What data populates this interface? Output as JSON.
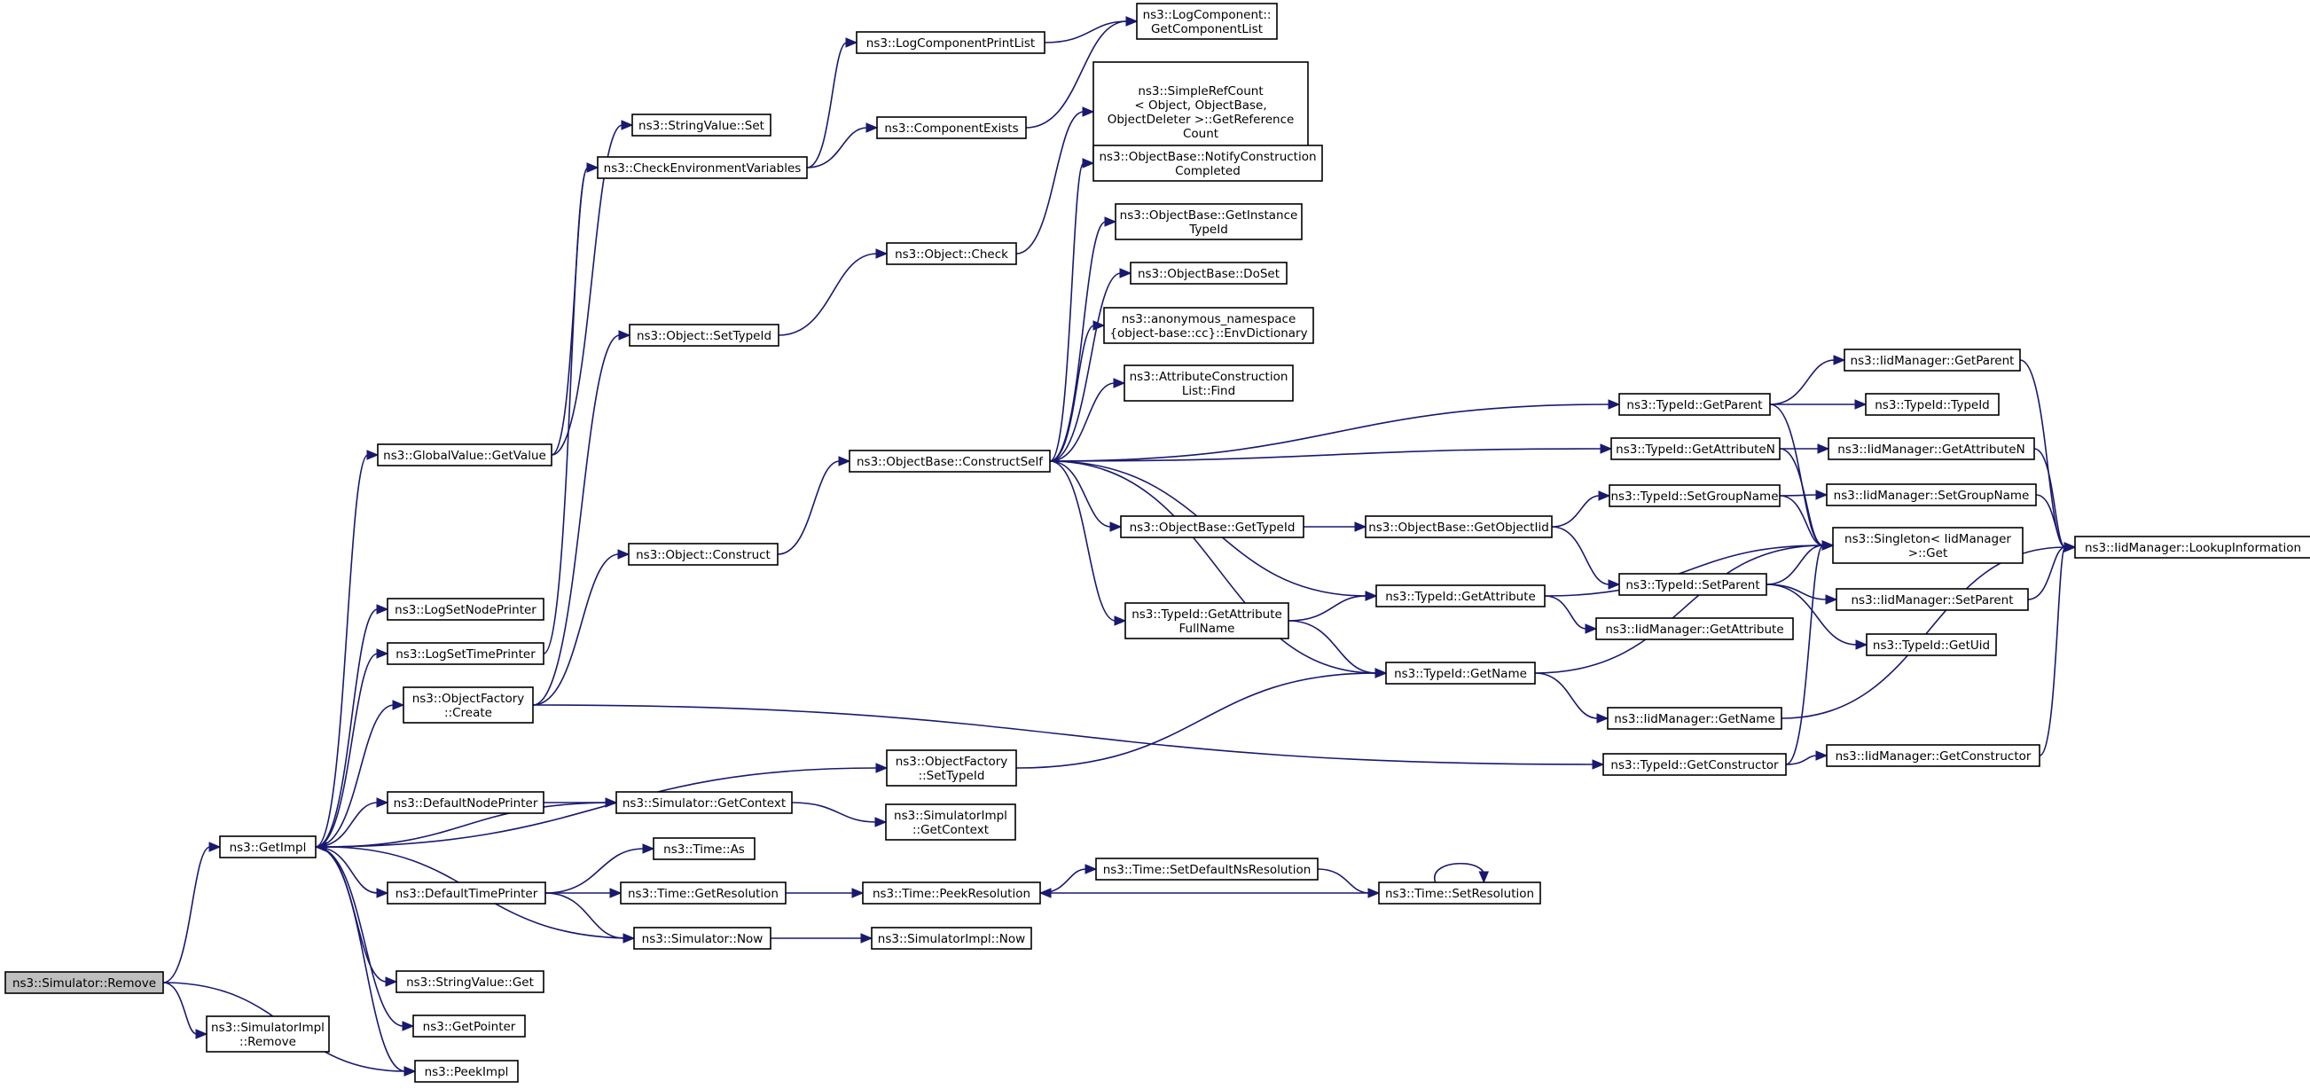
{
  "colors": {
    "edge": "#191970",
    "root_fill": "#bfbfbf",
    "node_fill": "#ffffff",
    "border": "#000000"
  },
  "nodes": [
    {
      "id": "remove",
      "lines": [
        "ns3::Simulator::Remove"
      ],
      "root": true
    },
    {
      "id": "getimpl",
      "lines": [
        "ns3::GetImpl"
      ]
    },
    {
      "id": "simimplremove",
      "lines": [
        "ns3::SimulatorImpl",
        "::Remove"
      ]
    },
    {
      "id": "peekimpl",
      "lines": [
        "ns3::PeekImpl"
      ]
    },
    {
      "id": "globalvalue",
      "lines": [
        "ns3::GlobalValue::GetValue"
      ]
    },
    {
      "id": "logsetnode",
      "lines": [
        "ns3::LogSetNodePrinter"
      ]
    },
    {
      "id": "logsettime",
      "lines": [
        "ns3::LogSetTimePrinter"
      ]
    },
    {
      "id": "ofcreate",
      "lines": [
        "ns3::ObjectFactory",
        "::Create"
      ]
    },
    {
      "id": "defnodeprinter",
      "lines": [
        "ns3::DefaultNodePrinter"
      ]
    },
    {
      "id": "deftimeprinter",
      "lines": [
        "ns3::DefaultTimePrinter"
      ]
    },
    {
      "id": "stringget",
      "lines": [
        "ns3::StringValue::Get"
      ]
    },
    {
      "id": "getpointer",
      "lines": [
        "ns3::GetPointer"
      ]
    },
    {
      "id": "stringset",
      "lines": [
        "ns3::StringValue::Set"
      ]
    },
    {
      "id": "checkenv",
      "lines": [
        "ns3::CheckEnvironmentVariables"
      ]
    },
    {
      "id": "objsettypeid",
      "lines": [
        "ns3::Object::SetTypeId"
      ]
    },
    {
      "id": "objconstruct",
      "lines": [
        "ns3::Object::Construct"
      ]
    },
    {
      "id": "ofsettypeid",
      "lines": [
        "ns3::ObjectFactory",
        "::SetTypeId"
      ]
    },
    {
      "id": "simgetcontext",
      "lines": [
        "ns3::Simulator::GetContext"
      ]
    },
    {
      "id": "timeas",
      "lines": [
        "ns3::Time::As"
      ]
    },
    {
      "id": "timegetres",
      "lines": [
        "ns3::Time::GetResolution"
      ]
    },
    {
      "id": "simnow",
      "lines": [
        "ns3::Simulator::Now"
      ]
    },
    {
      "id": "logcompprintlist",
      "lines": [
        "ns3::LogComponentPrintList"
      ]
    },
    {
      "id": "compexists",
      "lines": [
        "ns3::ComponentExists"
      ]
    },
    {
      "id": "objcheck",
      "lines": [
        "ns3::Object::Check"
      ]
    },
    {
      "id": "constructself",
      "lines": [
        "ns3::ObjectBase::ConstructSelf"
      ]
    },
    {
      "id": "simimplgetcontext",
      "lines": [
        "ns3::SimulatorImpl",
        "::GetContext"
      ]
    },
    {
      "id": "timepeekres",
      "lines": [
        "ns3::Time::PeekResolution"
      ]
    },
    {
      "id": "simimplnow",
      "lines": [
        "ns3::SimulatorImpl::Now"
      ]
    },
    {
      "id": "getcomplist",
      "lines": [
        "ns3::LogComponent::",
        "GetComponentList"
      ]
    },
    {
      "id": "getrefcount",
      "lines": [
        "ns3::SimpleRefCount",
        "< Object, ObjectBase,",
        "ObjectDeleter >::GetReference",
        "Count"
      ]
    },
    {
      "id": "notifyconstruct",
      "lines": [
        "ns3::ObjectBase::NotifyConstruction",
        "Completed"
      ]
    },
    {
      "id": "getinstancetypeid",
      "lines": [
        "ns3::ObjectBase::GetInstance",
        "TypeId"
      ]
    },
    {
      "id": "doset",
      "lines": [
        "ns3::ObjectBase::DoSet"
      ]
    },
    {
      "id": "envdict",
      "lines": [
        "ns3::anonymous_namespace",
        "{object-base::cc}::EnvDictionary"
      ]
    },
    {
      "id": "attrconstructfind",
      "lines": [
        "ns3::AttributeConstruction",
        "List::Find"
      ]
    },
    {
      "id": "obgettypeid",
      "lines": [
        "ns3::ObjectBase::GetTypeId"
      ]
    },
    {
      "id": "tidgetattrfullname",
      "lines": [
        "ns3::TypeId::GetAttribute",
        "FullName"
      ]
    },
    {
      "id": "setdefaultnsres",
      "lines": [
        "ns3::Time::SetDefaultNsResolution"
      ]
    },
    {
      "id": "getobjectiid",
      "lines": [
        "ns3::ObjectBase::GetObjectIid"
      ]
    },
    {
      "id": "tidgetattribute",
      "lines": [
        "ns3::TypeId::GetAttribute"
      ]
    },
    {
      "id": "tidgetname",
      "lines": [
        "ns3::TypeId::GetName"
      ]
    },
    {
      "id": "timesetres",
      "lines": [
        "ns3::Time::SetResolution"
      ]
    },
    {
      "id": "tidgetparent",
      "lines": [
        "ns3::TypeId::GetParent"
      ]
    },
    {
      "id": "tidgetattrn",
      "lines": [
        "ns3::TypeId::GetAttributeN"
      ]
    },
    {
      "id": "tidsetgroupname",
      "lines": [
        "ns3::TypeId::SetGroupName"
      ]
    },
    {
      "id": "tidsetparent",
      "lines": [
        "ns3::TypeId::SetParent"
      ]
    },
    {
      "id": "iidgetattribute",
      "lines": [
        "ns3::IidManager::GetAttribute"
      ]
    },
    {
      "id": "iidgetname",
      "lines": [
        "ns3::IidManager::GetName"
      ]
    },
    {
      "id": "tidgetconstructor",
      "lines": [
        "ns3::TypeId::GetConstructor"
      ]
    },
    {
      "id": "iidgetparent",
      "lines": [
        "ns3::IidManager::GetParent"
      ]
    },
    {
      "id": "tidtypeid",
      "lines": [
        "ns3::TypeId::TypeId"
      ]
    },
    {
      "id": "iidgetattrn",
      "lines": [
        "ns3::IidManager::GetAttributeN"
      ]
    },
    {
      "id": "iidsetgroupname",
      "lines": [
        "ns3::IidManager::SetGroupName"
      ]
    },
    {
      "id": "singletonget",
      "lines": [
        "ns3::Singleton< IidManager",
        ">::Get"
      ]
    },
    {
      "id": "iidsetparent",
      "lines": [
        "ns3::IidManager::SetParent"
      ]
    },
    {
      "id": "tidgetuid",
      "lines": [
        "ns3::TypeId::GetUid"
      ]
    },
    {
      "id": "iidgetconstructor",
      "lines": [
        "ns3::IidManager::GetConstructor"
      ]
    },
    {
      "id": "iidlookup",
      "lines": [
        "ns3::IidManager::LookupInformation"
      ]
    }
  ],
  "edges": [
    [
      "remove",
      "getimpl"
    ],
    [
      "remove",
      "simimplremove"
    ],
    [
      "remove",
      "peekimpl"
    ],
    [
      "getimpl",
      "globalvalue"
    ],
    [
      "getimpl",
      "logsetnode"
    ],
    [
      "getimpl",
      "logsettime"
    ],
    [
      "getimpl",
      "ofcreate"
    ],
    [
      "getimpl",
      "ofsettypeid"
    ],
    [
      "getimpl",
      "defnodeprinter"
    ],
    [
      "getimpl",
      "deftimeprinter"
    ],
    [
      "getimpl",
      "stringget"
    ],
    [
      "getimpl",
      "getpointer"
    ],
    [
      "getimpl",
      "peekimpl"
    ],
    [
      "globalvalue",
      "stringset"
    ],
    [
      "globalvalue",
      "checkenv"
    ],
    [
      "logsettime",
      "checkenv"
    ],
    [
      "checkenv",
      "logcompprintlist"
    ],
    [
      "checkenv",
      "compexists"
    ],
    [
      "logcompprintlist",
      "getcomplist"
    ],
    [
      "compexists",
      "getcomplist"
    ],
    [
      "ofcreate",
      "objsettypeid"
    ],
    [
      "ofcreate",
      "objconstruct"
    ],
    [
      "ofcreate",
      "tidgetconstructor"
    ],
    [
      "objsettypeid",
      "objcheck"
    ],
    [
      "objcheck",
      "getrefcount"
    ],
    [
      "objconstruct",
      "constructself"
    ],
    [
      "constructself",
      "notifyconstruct"
    ],
    [
      "constructself",
      "getinstancetypeid"
    ],
    [
      "constructself",
      "doset"
    ],
    [
      "constructself",
      "envdict"
    ],
    [
      "constructself",
      "attrconstructfind"
    ],
    [
      "constructself",
      "tidgetparent"
    ],
    [
      "constructself",
      "tidgetattrn"
    ],
    [
      "constructself",
      "obgettypeid"
    ],
    [
      "constructself",
      "tidgetattrfullname"
    ],
    [
      "constructself",
      "tidgetattribute"
    ],
    [
      "constructself",
      "tidgetname"
    ],
    [
      "obgettypeid",
      "getobjectiid"
    ],
    [
      "getobjectiid",
      "tidsetgroupname"
    ],
    [
      "getobjectiid",
      "tidsetparent"
    ],
    [
      "tidgetattrfullname",
      "tidgetattribute"
    ],
    [
      "tidgetattrfullname",
      "tidgetname"
    ],
    [
      "tidgetattribute",
      "iidgetattribute"
    ],
    [
      "tidgetattribute",
      "singletonget"
    ],
    [
      "tidgetname",
      "iidgetname"
    ],
    [
      "tidgetname",
      "singletonget"
    ],
    [
      "ofsettypeid",
      "tidgetname"
    ],
    [
      "tidgetparent",
      "iidgetparent"
    ],
    [
      "tidgetparent",
      "tidtypeid"
    ],
    [
      "tidgetparent",
      "singletonget"
    ],
    [
      "tidgetattrn",
      "iidgetattrn"
    ],
    [
      "tidgetattrn",
      "singletonget"
    ],
    [
      "tidsetgroupname",
      "iidsetgroupname"
    ],
    [
      "tidsetgroupname",
      "singletonget"
    ],
    [
      "tidsetparent",
      "iidsetparent"
    ],
    [
      "tidsetparent",
      "tidgetuid"
    ],
    [
      "tidsetparent",
      "singletonget"
    ],
    [
      "tidgetconstructor",
      "iidgetconstructor"
    ],
    [
      "tidgetconstructor",
      "singletonget"
    ],
    [
      "iidgetparent",
      "iidlookup"
    ],
    [
      "iidgetattrn",
      "iidlookup"
    ],
    [
      "iidsetgroupname",
      "iidlookup"
    ],
    [
      "iidsetparent",
      "iidlookup"
    ],
    [
      "iidgetname",
      "iidlookup"
    ],
    [
      "iidgetconstructor",
      "iidlookup"
    ],
    [
      "defnodeprinter",
      "simgetcontext"
    ],
    [
      "simgetcontext",
      "simimplgetcontext"
    ],
    [
      "simgetcontext",
      "getimpl"
    ],
    [
      "deftimeprinter",
      "timeas"
    ],
    [
      "deftimeprinter",
      "timegetres"
    ],
    [
      "deftimeprinter",
      "simnow"
    ],
    [
      "timegetres",
      "timepeekres"
    ],
    [
      "timepeekres",
      "setdefaultnsres"
    ],
    [
      "setdefaultnsres",
      "timesetres"
    ],
    [
      "timesetres",
      "timepeekres"
    ],
    [
      "timesetres",
      "timesetres"
    ],
    [
      "simnow",
      "simimplnow"
    ],
    [
      "simnow",
      "getimpl"
    ]
  ]
}
